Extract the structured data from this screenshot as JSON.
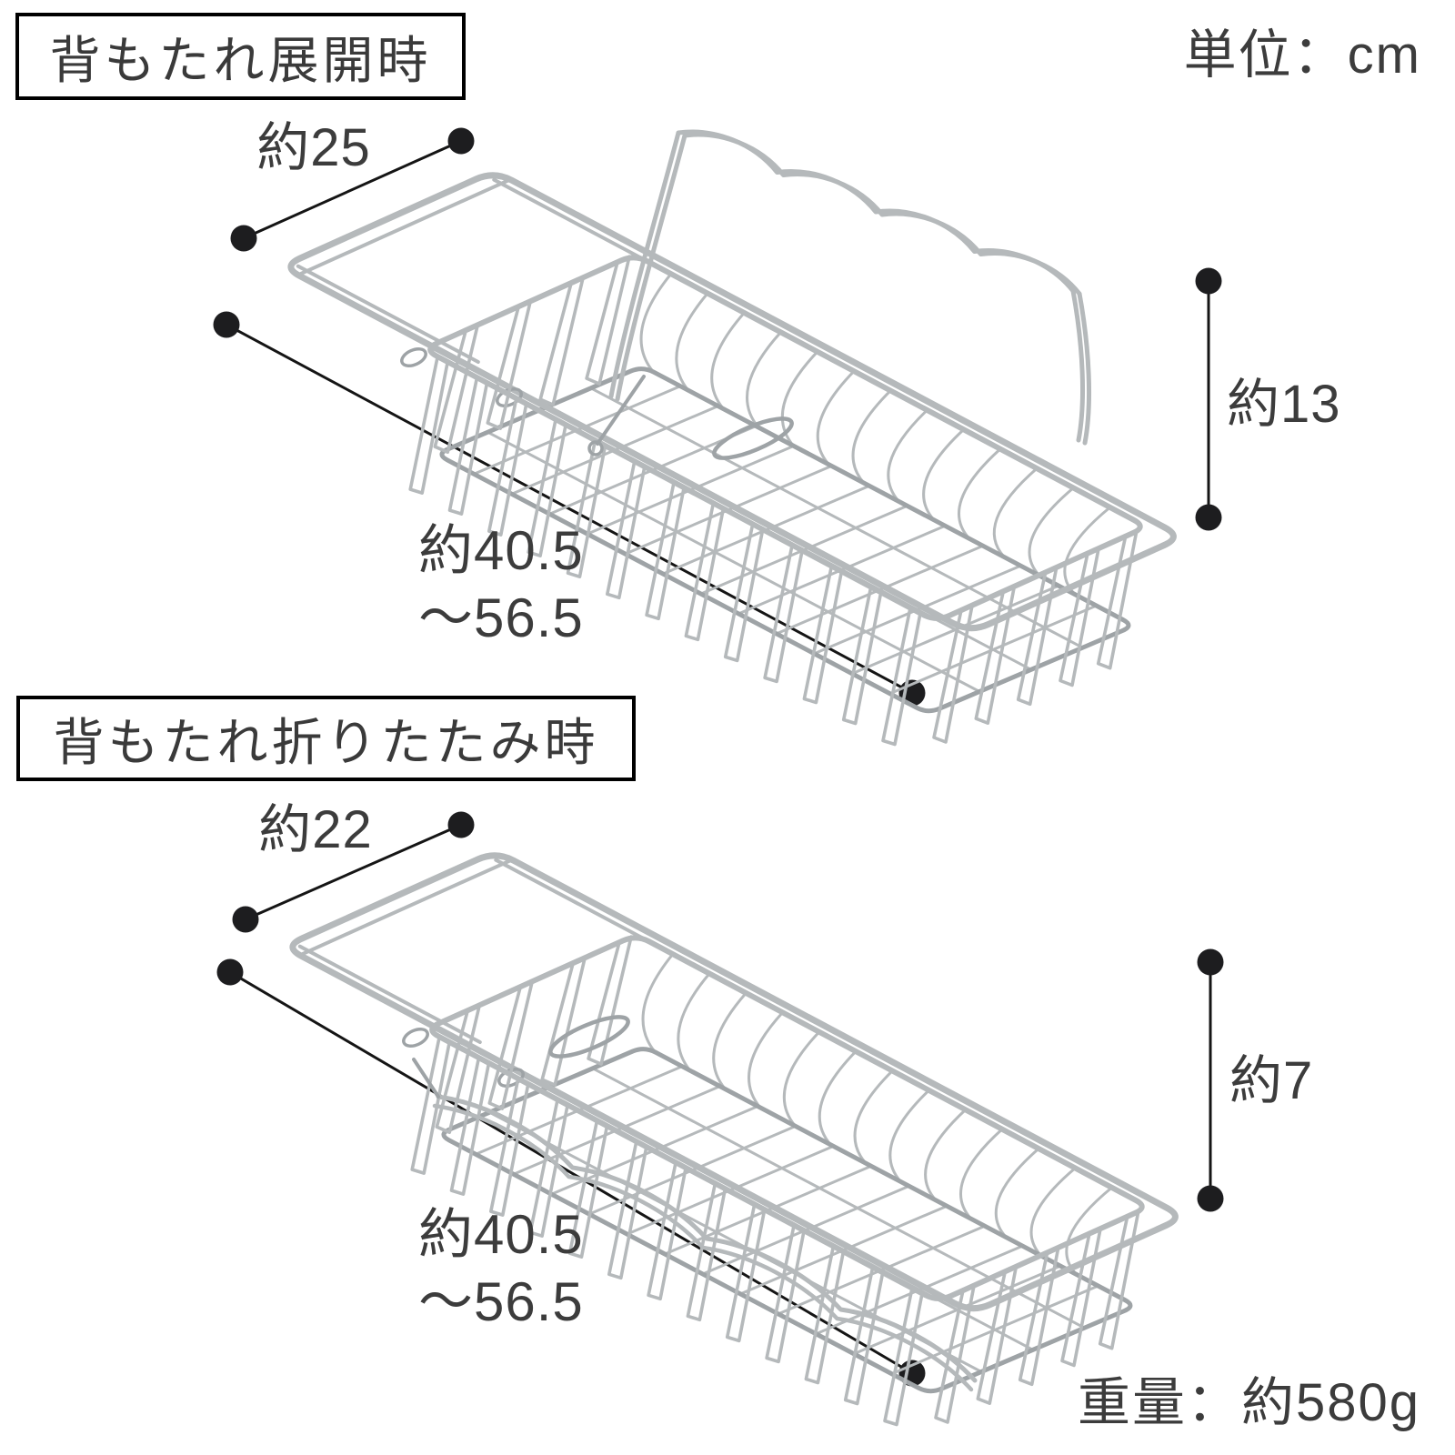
{
  "page": {
    "unit_note": "単位：cm",
    "weight_note": "重量：約580g"
  },
  "sections": [
    {
      "title": "背もたれ展開時",
      "depth": "約25",
      "height": "約13",
      "length_line1": "約40.5",
      "length_line2": "〜56.5"
    },
    {
      "title": "背もたれ折りたたみ時",
      "depth": "約22",
      "height": "約7",
      "length_line1": "約40.5",
      "length_line2": "〜56.5"
    }
  ],
  "colors": {
    "text": "#3c3c3c",
    "dimension_line": "#151515",
    "dimension_dot": "#1d1d1f",
    "wire": "#b5b9bb",
    "wire_dark": "#9ea3a6"
  }
}
